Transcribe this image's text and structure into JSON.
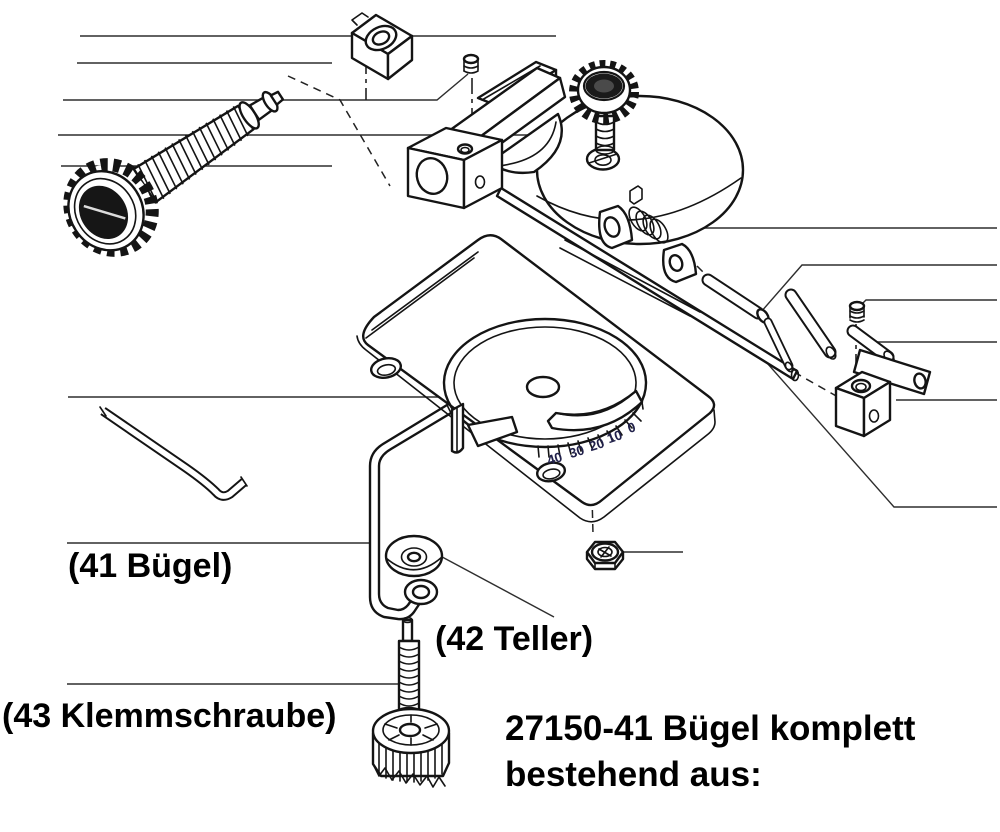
{
  "diagram": {
    "part_labels": {
      "buegel": "(41 Bügel)",
      "teller": "(42 Teller)",
      "klemmschraube": "(43 Klemmschraube)"
    },
    "caption": {
      "line1": "27150-41 Bügel komplett",
      "line2": "bestehend aus:"
    },
    "angle_scale": {
      "labels": [
        "40",
        "30",
        "20",
        "10",
        "0"
      ]
    },
    "colors": {
      "ink": "#141414",
      "leader": "#2e2e2e",
      "scale_ink": "#20204a",
      "paper": "#ffffff"
    }
  }
}
